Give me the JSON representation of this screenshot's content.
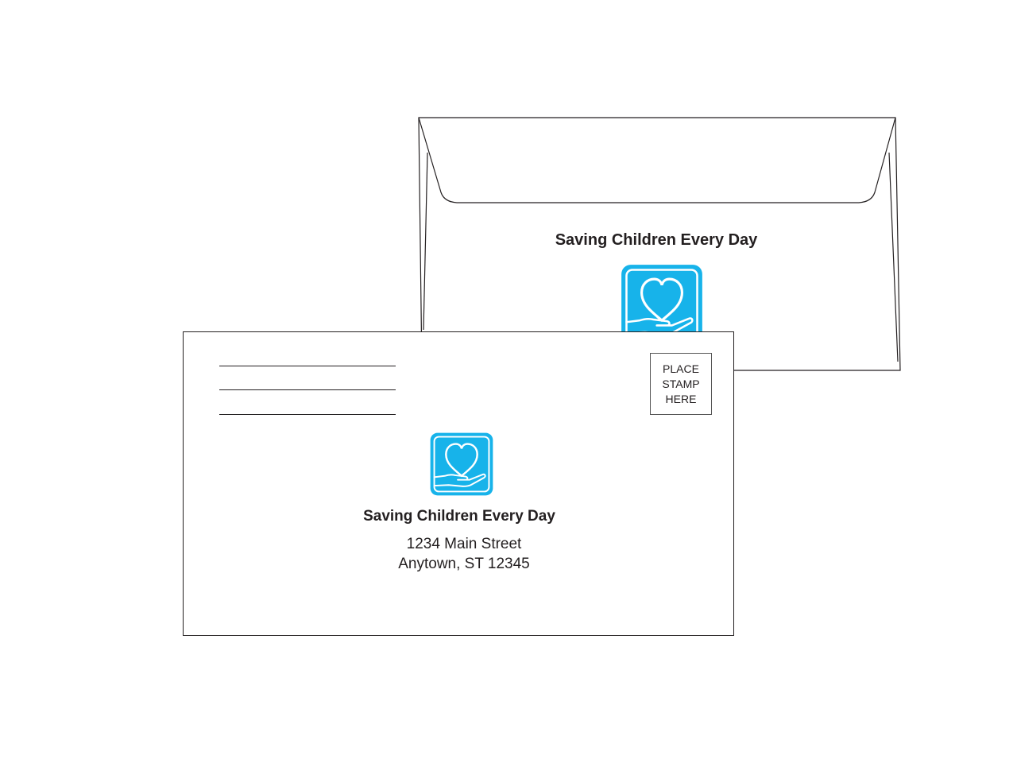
{
  "back_envelope": {
    "title": "Saving Children Every Day",
    "logo_icon": "heart-in-hand-icon"
  },
  "front_envelope": {
    "return_address_lines": [
      "",
      "",
      ""
    ],
    "stamp_box": {
      "lines": [
        "PLACE",
        "STAMP",
        "HERE"
      ]
    },
    "logo_icon": "heart-in-hand-icon",
    "title": "Saving Children Every Day",
    "address": {
      "street": "1234 Main Street",
      "city_state_zip": "Anytown, ST 12345"
    }
  },
  "colors": {
    "brand_blue": "#17b3ea",
    "outline": "#231f20",
    "background": "#ffffff"
  }
}
